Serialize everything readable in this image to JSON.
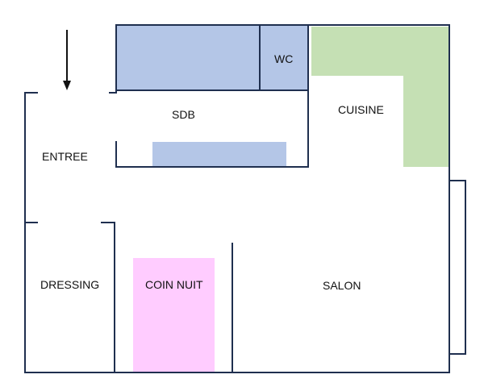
{
  "plan": {
    "entry_arrow": "down-arrow-icon",
    "rooms": {
      "entree": {
        "label": "ENTREE"
      },
      "sdb": {
        "label": "SDB",
        "fill_color": "#b4c6e7"
      },
      "wc": {
        "label": "WC",
        "fill_color": "#b4c6e7"
      },
      "cuisine": {
        "label": "CUISINE",
        "fill_color": "#c5e0b4"
      },
      "dressing": {
        "label": "DRESSING"
      },
      "coin_nuit": {
        "label": "COIN NUIT",
        "fill_color": "#ffccff"
      },
      "salon": {
        "label": "SALON"
      }
    },
    "colors": {
      "wall": "#1f2f4f",
      "sdb_fixture": "#b4c6e7",
      "kitchen_counter": "#c5e0b4",
      "sleeping_area": "#ffccff"
    }
  }
}
